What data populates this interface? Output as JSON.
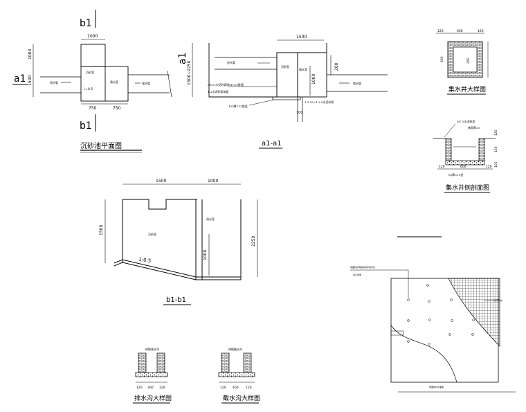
{
  "plan": {
    "section_mark_b": "b1",
    "section_mark_a": "a1",
    "dim_top": "1000",
    "dim_left_upper": "1000",
    "dim_left_lower": "1500",
    "dim_bottom_left": "750",
    "dim_bottom_right": "750",
    "inlet_label": "进水管",
    "slope": "i=0.5",
    "settling_label": "沉砂室",
    "clear_label": "清水室",
    "outlet_label": "排水管",
    "caption": "沉砂池平面图"
  },
  "section_a": {
    "dim_top": "1500",
    "dim_left": "1500~2250",
    "dim_right_a": "1000",
    "dim_right_b": "200",
    "dim_bottom": "100",
    "inlet_label": "进水管",
    "settling_label": "沉砂室",
    "clear_label": "清水室",
    "outlet_label": "排水管",
    "note1": "MU5.水泥砂浆砌MU10砖墙",
    "note2": "1:2水泥砂浆抹面",
    "note3": "100厚C15垫层",
    "note4": "1:1.25=1:2.0水泥砂浆",
    "caption": "a1-a1"
  },
  "section_b": {
    "dim_top_left": "1500",
    "dim_top_right": "1000",
    "dim_left": "1500",
    "dim_right": "2250",
    "dim_inner": "1000",
    "settling_label": "沉砂室",
    "clear_label": "清水室",
    "slope": "1:0.5",
    "caption": "b1-b1"
  },
  "well_plan": {
    "dims_top": [
      "120",
      "600",
      "120"
    ],
    "dim_left": "600",
    "dim_inner": "250",
    "caption": "集水井大样图"
  },
  "well_section": {
    "note1": "M7.5水泥砂浆",
    "note2": "抹面厚20",
    "dims_bottom": [
      "120",
      "600",
      "120"
    ],
    "dims_right": [
      "120",
      "150",
      "100"
    ],
    "note_bottom": "60厚C15垫",
    "caption": "集水井侧剖面图"
  },
  "drain_a": {
    "note": "砖砌排水沟",
    "caption": "排水沟大样图",
    "dims": [
      "120",
      "300",
      "120"
    ]
  },
  "drain_b": {
    "note": "砖砌截水沟",
    "caption": "截水沟大样图",
    "dims": [
      "120",
      "400",
      "120"
    ]
  },
  "slope_view": {
    "note1": "坡面防护网格植草护坡详见",
    "note2": "设计说明",
    "note_right": "植草防护",
    "bottom_note": "坡面防护平面图"
  }
}
